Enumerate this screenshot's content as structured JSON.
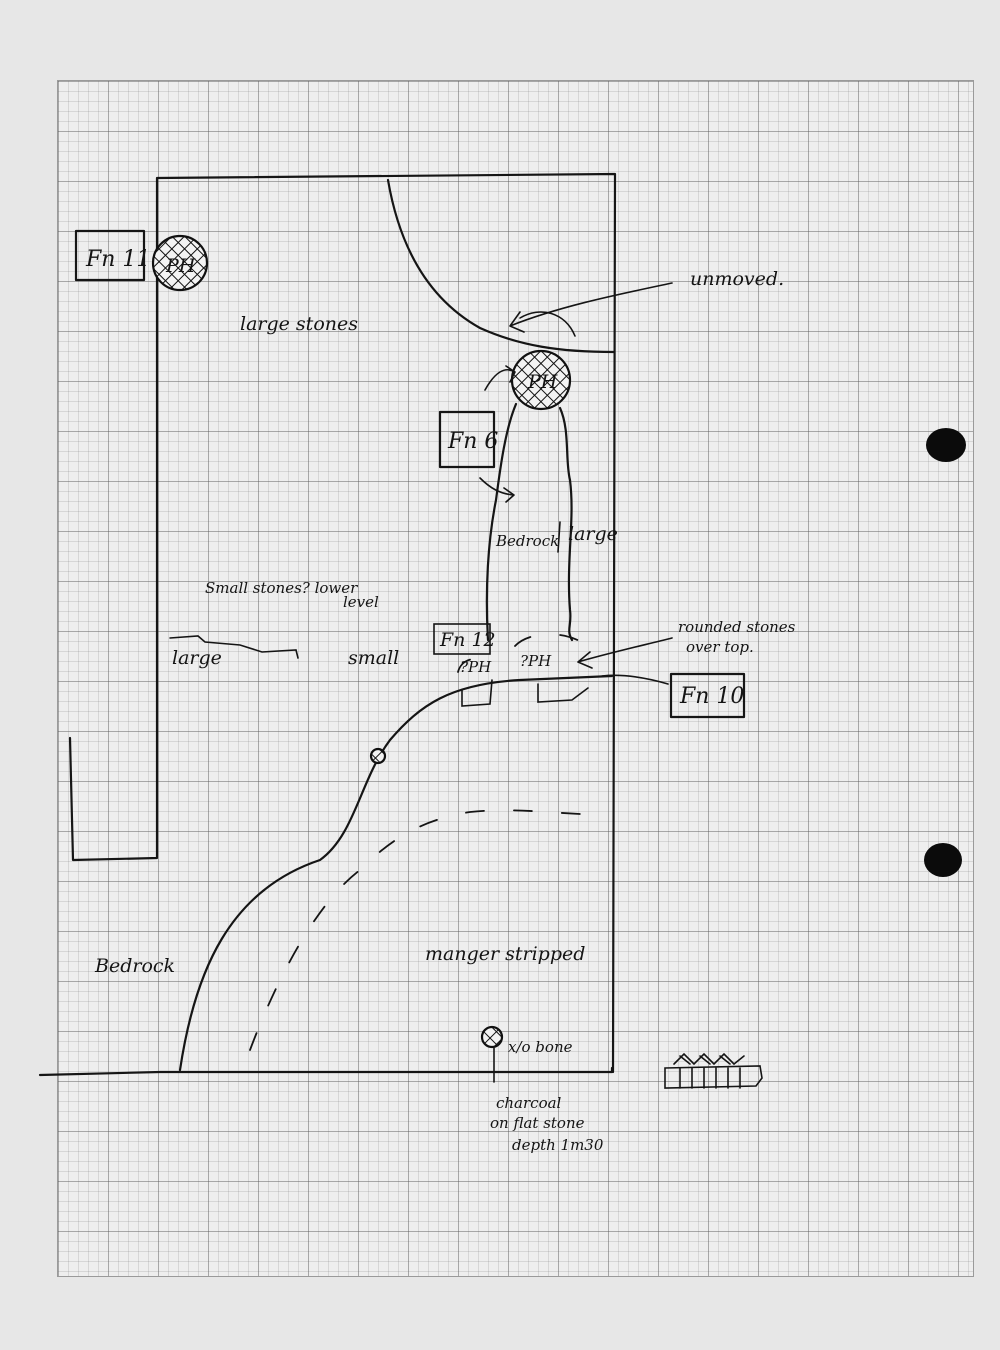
{
  "features": {
    "fn11": "Fn 11",
    "fn6": "Fn 6",
    "fn12": "Fn 12",
    "fn10": "Fn 10"
  },
  "postholes": {
    "ph_top_left": "PH",
    "ph_center": "PH",
    "ph_fn12": "?PH",
    "ph_fn10": "?PH"
  },
  "annotations": {
    "unmoved": "unmoved.",
    "large_stones": "large stones",
    "bedrock_channel": "Bedrock",
    "large_channel": "large",
    "small_stones": "Small stones? lower",
    "small_stones_2": "level",
    "large_left": "large",
    "small": "small",
    "rounded_stones": "rounded stones",
    "rounded_stones_2": "over top.",
    "bedrock_left": "Bedrock",
    "manger_stripped": "manger stripped",
    "bone": "x/o bone",
    "charcoal": "charcoal",
    "charcoal_2": "on flat stone",
    "charcoal_3": "depth 1m30"
  }
}
